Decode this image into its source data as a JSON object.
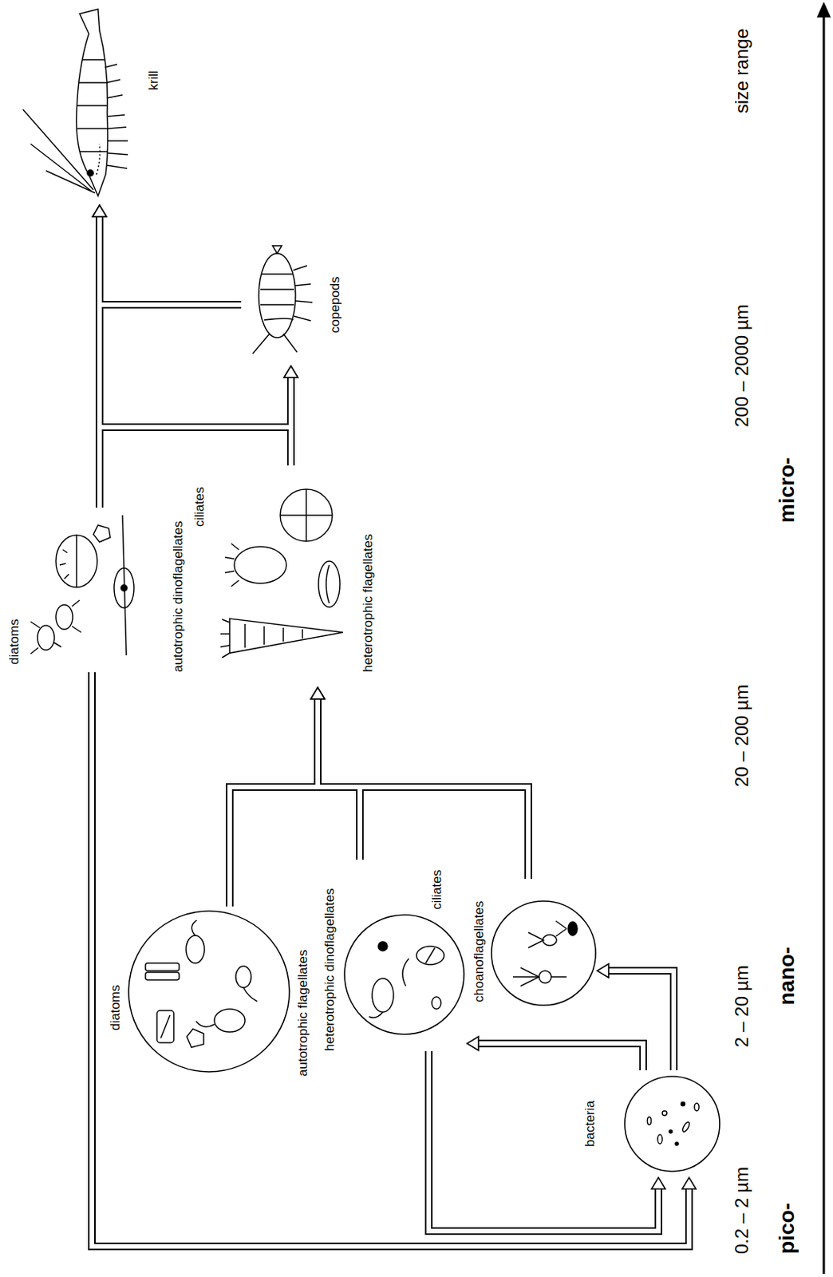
{
  "diagram": {
    "nodes": [
      {
        "text": [
          "bacteria"
        ]
      },
      {
        "text": [
          "diatoms",
          "autotrophic flagellates"
        ]
      },
      {
        "text": [
          "heterotrophic dinoflagellates",
          "ciliates"
        ]
      },
      {
        "text": [
          "choanoflagellates"
        ]
      },
      {
        "text": [
          "diatoms",
          "autotrophic dinoflagellates"
        ]
      },
      {
        "text": [
          "ciliates",
          "heterotrophic flagellates"
        ]
      },
      {
        "text": [
          "copepods"
        ]
      },
      {
        "text": [
          "krill"
        ]
      }
    ],
    "edges": [
      {
        "from": 0,
        "to": 3,
        "arrow": "to"
      },
      {
        "from": 0,
        "to": 2,
        "arrow": "to"
      },
      {
        "from": 2,
        "to": 0,
        "arrow": "to"
      },
      {
        "from": 4,
        "to": 0,
        "arrow": "to"
      },
      {
        "from": 1,
        "to": 5,
        "arrow": "to"
      },
      {
        "from": 2,
        "to": 5,
        "arrow": "to"
      },
      {
        "from": 3,
        "to": 5,
        "arrow": "to"
      },
      {
        "from": 4,
        "to": 6,
        "arrow": "to"
      },
      {
        "from": 5,
        "to": 6,
        "arrow": "to"
      },
      {
        "from": 4,
        "to": 7,
        "arrow": "to"
      },
      {
        "from": 5,
        "to": 7,
        "arrow": "to"
      },
      {
        "from": 6,
        "to": 7,
        "arrow": "to"
      }
    ],
    "labels": [
      "0.2 – 2 µm",
      "2 – 20 µm",
      "20 – 200 µm",
      "200 – 2000 µm",
      "size range",
      "pico-",
      "nano-",
      "micro-"
    ]
  }
}
